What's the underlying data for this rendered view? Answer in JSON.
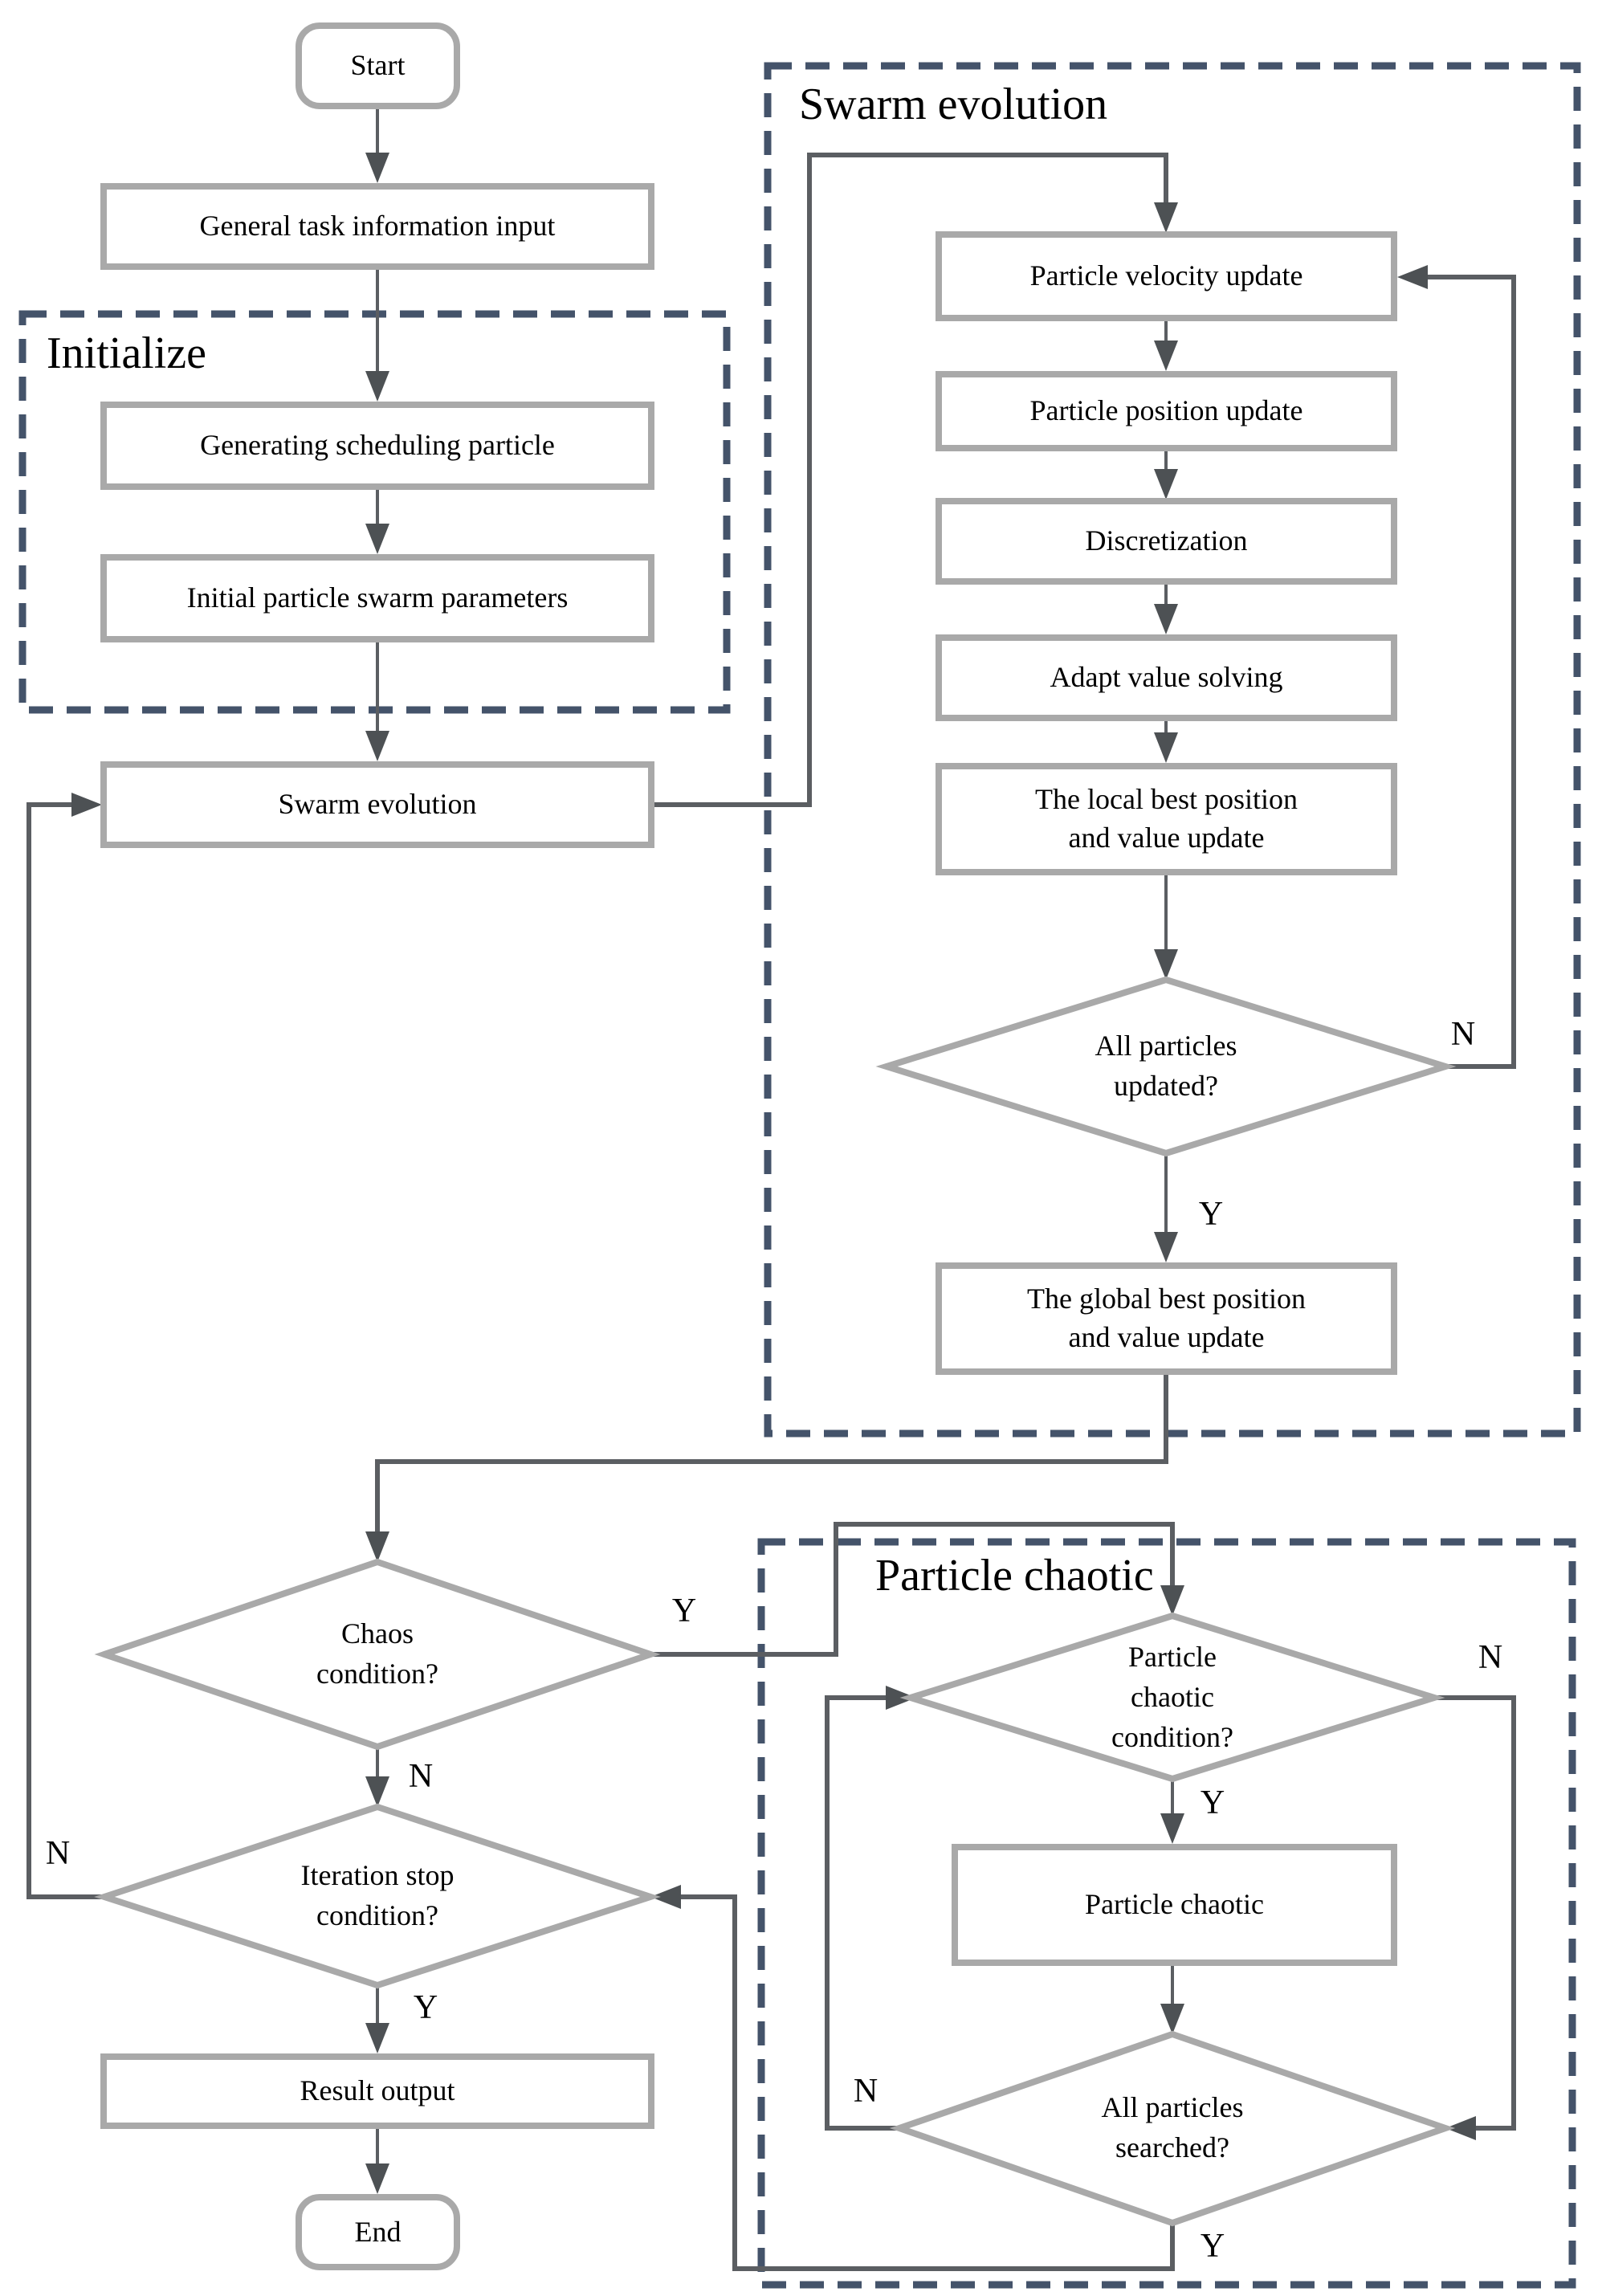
{
  "groups": {
    "initialize": {
      "label": "Initialize"
    },
    "swarm_evolution": {
      "label": "Swarm evolution"
    },
    "particle_chaotic": {
      "label": "Particle chaotic"
    }
  },
  "nodes": {
    "start": {
      "label": "Start"
    },
    "general_input": {
      "label": "General task information input"
    },
    "generating_particle": {
      "label": "Generating scheduling particle"
    },
    "initial_parameters": {
      "label": "Initial particle swarm parameters"
    },
    "swarm_evolution": {
      "label": "Swarm evolution"
    },
    "velocity_update": {
      "label": "Particle velocity update"
    },
    "position_update": {
      "label": "Particle position update"
    },
    "discretization": {
      "label": "Discretization"
    },
    "adapt_value": {
      "label": "Adapt value solving"
    },
    "local_best": {
      "label": "The local best position\nand value update"
    },
    "all_updated": {
      "label": "All particles\nupdated?"
    },
    "global_best": {
      "label": "The global best position\nand value update"
    },
    "chaos_condition": {
      "label": "Chaos\ncondition?"
    },
    "iteration_stop": {
      "label": "Iteration stop\ncondition?"
    },
    "result_output": {
      "label": "Result output"
    },
    "end": {
      "label": "End"
    },
    "chaotic_condition": {
      "label": "Particle\nchaotic\ncondition?"
    },
    "particle_chaotic": {
      "label": "Particle chaotic"
    },
    "all_searched": {
      "label": "All particles\nsearched?"
    }
  },
  "branch_labels": {
    "all_updated_n": "N",
    "all_updated_y": "Y",
    "chaos_y": "Y",
    "chaos_n": "N",
    "iteration_n": "N",
    "iteration_y": "Y",
    "chaotic_condition_y": "Y",
    "chaotic_condition_n": "N",
    "all_searched_n": "N",
    "all_searched_y": "Y"
  },
  "colors": {
    "node_border": "#a9a9a9",
    "group_dash": "#44536a",
    "connector": "#5b5e62",
    "arrowhead": "#4d5154",
    "text": "#000000",
    "background": "#ffffff"
  }
}
